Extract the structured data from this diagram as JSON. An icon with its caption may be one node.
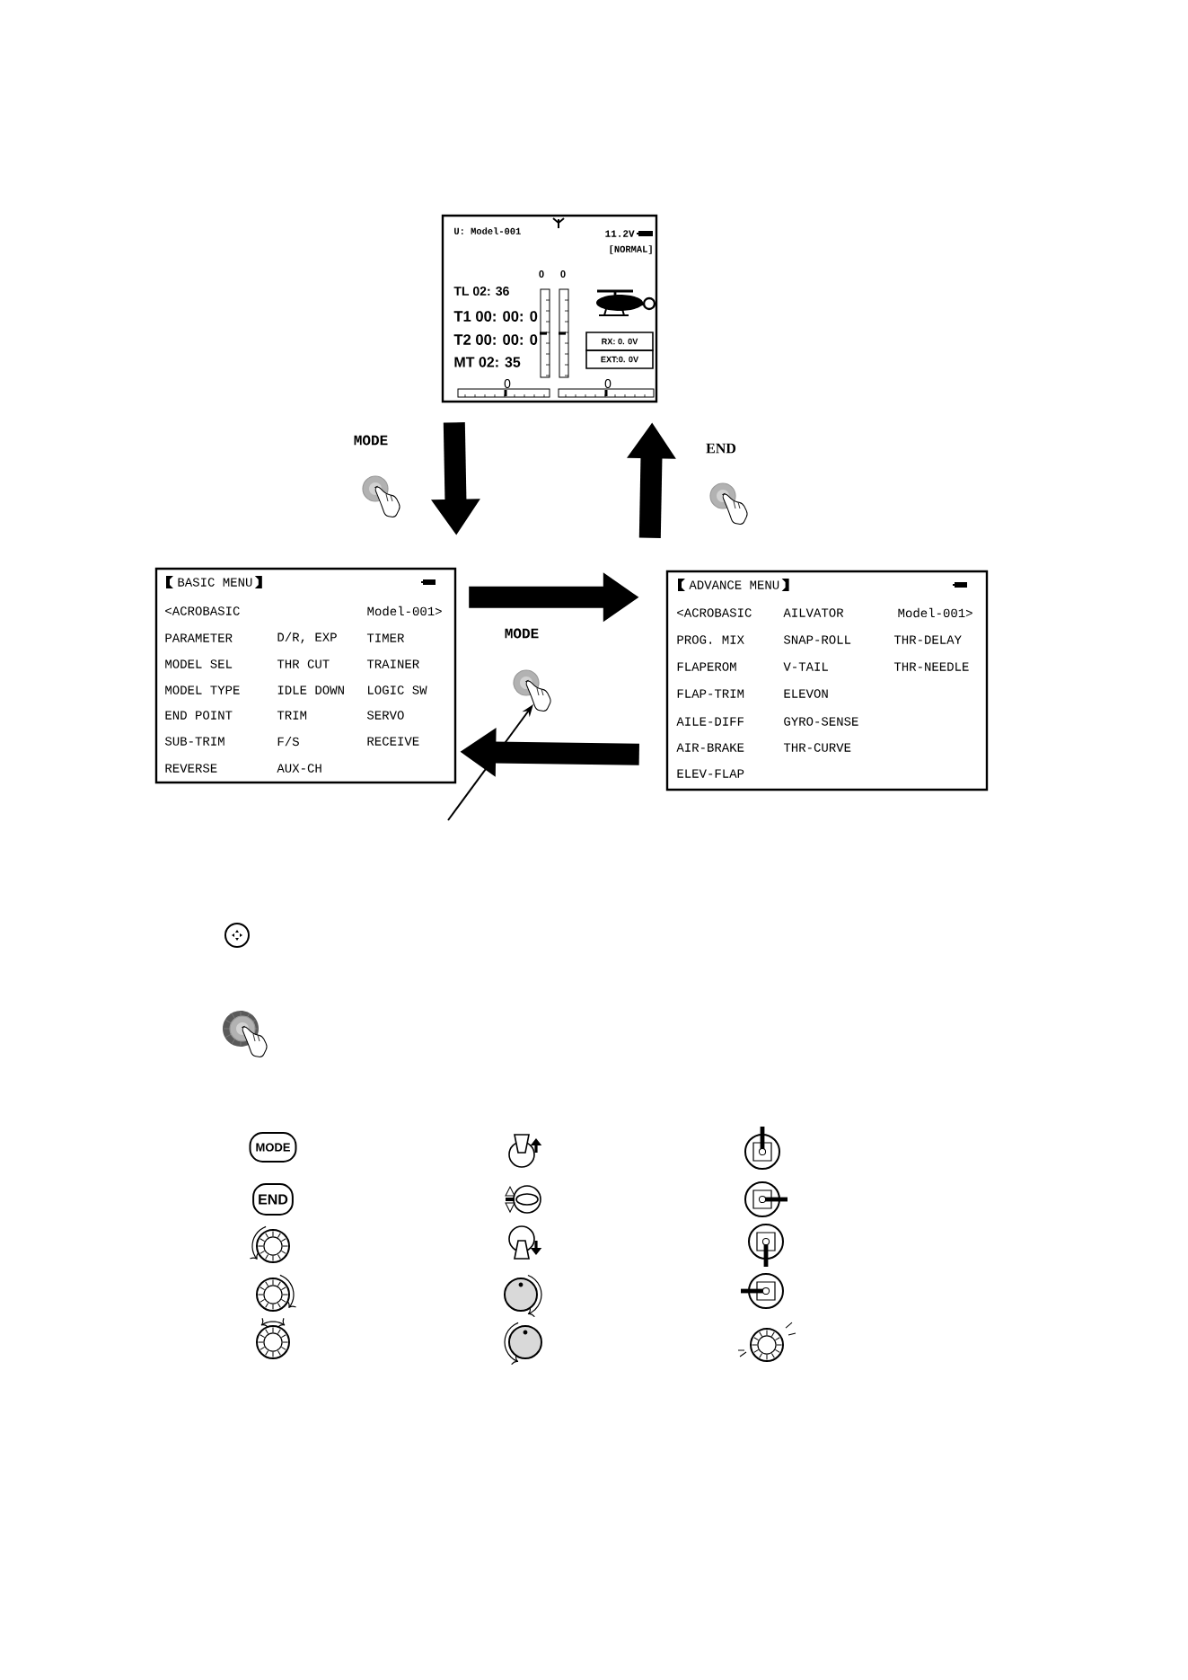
{
  "diagram": {
    "nodes": [
      {
        "text": [
          "U: Model-001",
          "11.2V",
          "[NORMAL]",
          "0",
          "0",
          "TL 02: 36",
          "T1 00: 00: 0",
          "T2 00: 00: 0",
          "MT 02: 35",
          "0",
          "0"
        ]
      },
      {
        "text": [
          "RX: 0. 0V"
        ],
        "in": 0
      },
      {
        "text": [
          "EXT:0. 0V"
        ],
        "in": 0
      },
      {
        "text": [
          "BASIC MENU",
          "<ACROBASIC",
          "Model-001>",
          "PARAMETER",
          "D/R, EXP",
          "TIMER",
          "MODEL SEL",
          "THR CUT",
          "TRAINER",
          "MODEL TYPE",
          "IDLE DOWN",
          "LOGIC SW",
          "END POINT",
          "TRIM",
          "SERVO",
          "SUB-TRIM",
          "F/S",
          "RECEIVE",
          "REVERSE",
          "AUX-CH"
        ]
      },
      {
        "text": [
          "ADVANCE MENU",
          "<ACROBASIC",
          "AILVATOR",
          "Model-001>",
          "PROG. MIX",
          "SNAP-ROLL",
          "THR-DELAY",
          "FLAPEROM",
          "V-TAIL",
          "THR-NEEDLE",
          "FLAP-TRIM",
          "ELEVON",
          "AILE-DIFF",
          "GYRO-SENSE",
          "AIR-BRAKE",
          "THR-CURVE",
          "ELEV-FLAP"
        ]
      },
      {
        "text": [
          "MODE"
        ]
      }
    ],
    "edges": [
      {
        "from": 0,
        "to": 3,
        "arrow": "to"
      },
      {
        "from": 3,
        "to": 4,
        "arrow": "to"
      },
      {
        "from": 4,
        "to": 0,
        "arrow": "to"
      },
      {
        "from": 4,
        "to": 3,
        "arrow": "to"
      },
      {
        "from": null,
        "to": 5,
        "arrow": "to"
      }
    ],
    "labels": [
      "MODE",
      "END",
      "MODE",
      "END"
    ]
  }
}
